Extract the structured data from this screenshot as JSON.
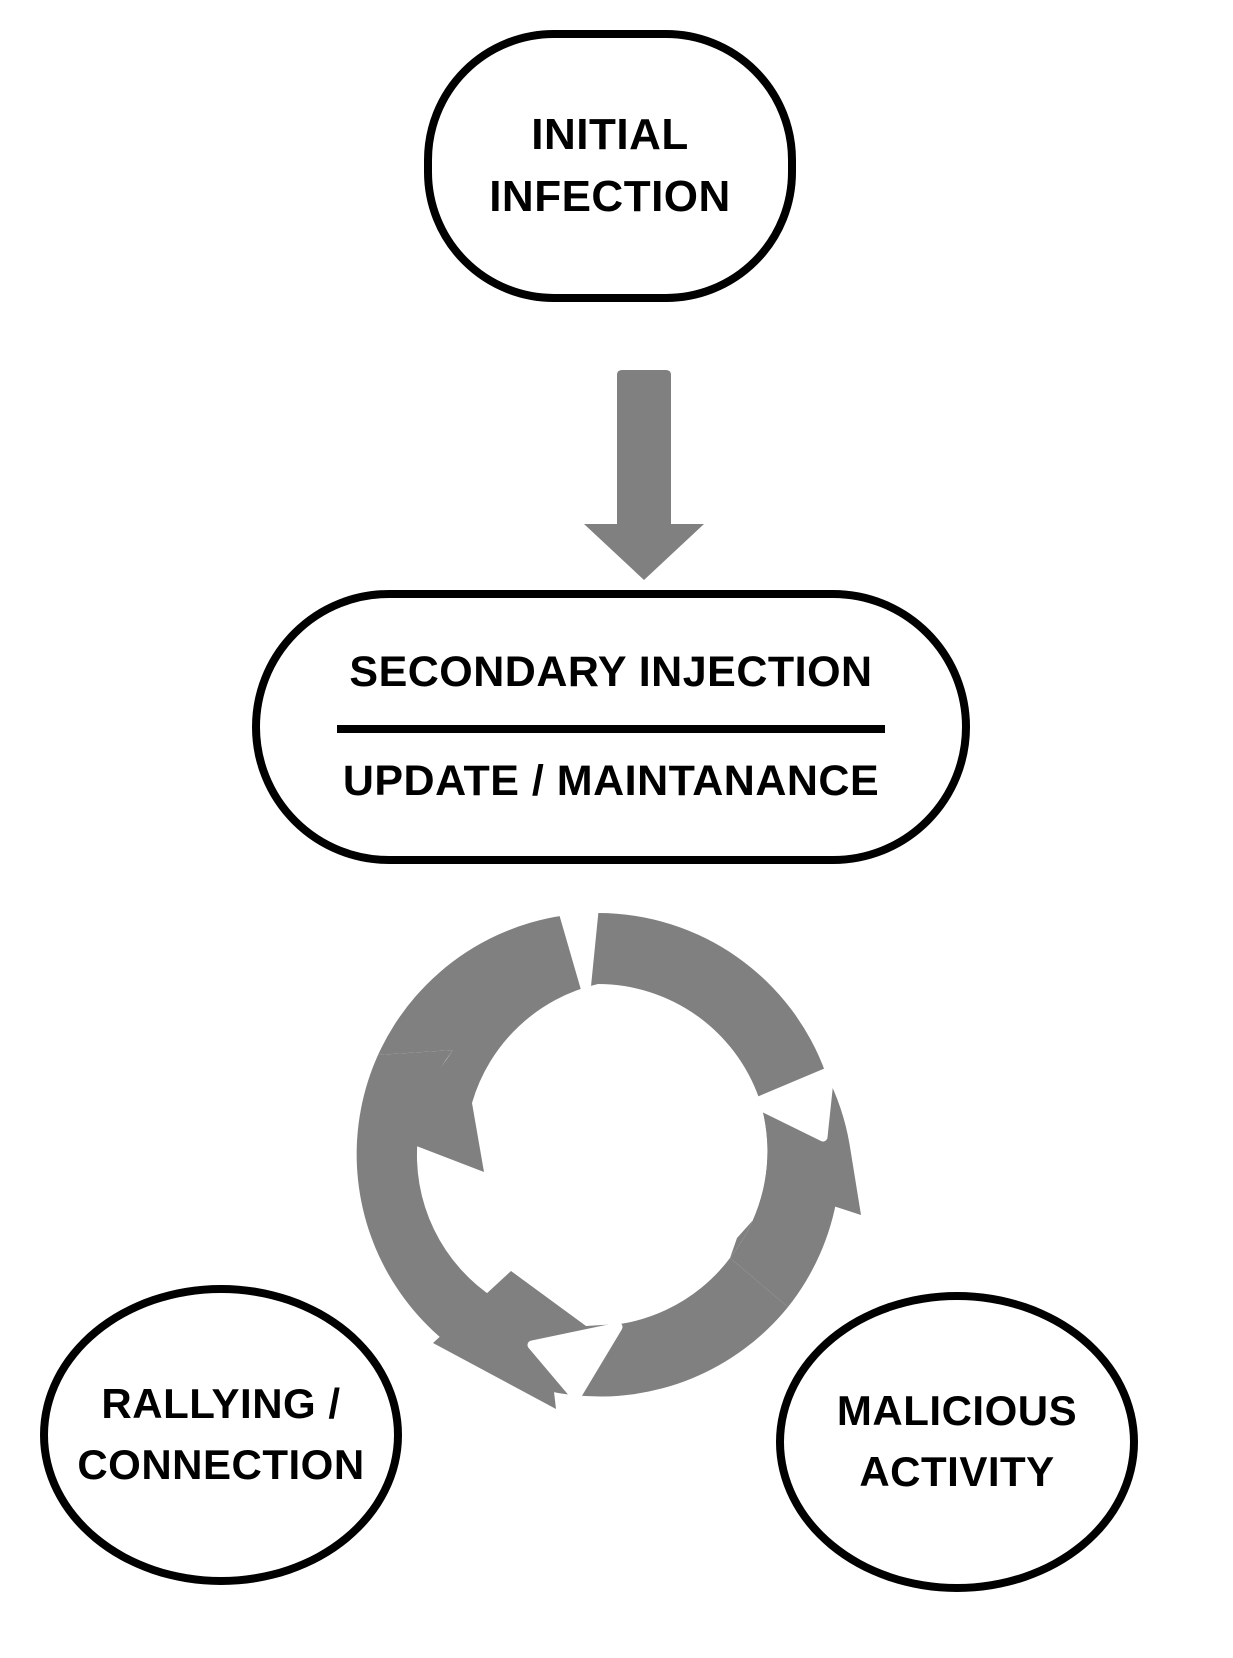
{
  "diagram": {
    "title": "Malware lifecycle cycle diagram",
    "background_color": "#FFFFFF",
    "stroke_color": "#000000",
    "arrow_color": "#808080",
    "nodes": [
      {
        "id": "initial-infection",
        "shape": "stadium",
        "lines": [
          "INITIAL",
          "INFECTION"
        ]
      },
      {
        "id": "secondary-injection",
        "shape": "stadium",
        "lines": [
          "SECONDARY INJECTION",
          "UPDATE / MAINTANANCE"
        ],
        "divider": true
      },
      {
        "id": "rallying-connection",
        "shape": "ellipse",
        "lines": [
          "RALLYING /",
          "CONNECTION"
        ]
      },
      {
        "id": "malicious-activity",
        "shape": "ellipse",
        "lines": [
          "MALICIOUS",
          "ACTIVITY"
        ]
      }
    ],
    "connectors": [
      {
        "id": "initial-to-secondary",
        "type": "block-arrow",
        "direction": "down",
        "color": "#808080",
        "from": "initial-infection",
        "to": "secondary-injection"
      },
      {
        "id": "cycle-ring",
        "type": "circular-arrows",
        "segments": 3,
        "direction": "counterclockwise",
        "color": "#808080",
        "connects": [
          "secondary-injection",
          "rallying-connection",
          "malicious-activity"
        ]
      }
    ]
  },
  "node_initial": {
    "line1": "INITIAL",
    "line2": "INFECTION"
  },
  "node_secondary": {
    "line1": "SECONDARY INJECTION",
    "line2": "UPDATE / MAINTANANCE"
  },
  "node_rallying": {
    "line1": "RALLYING /",
    "line2": "CONNECTION"
  },
  "node_malicious": {
    "line1": "MALICIOUS",
    "line2": "ACTIVITY"
  },
  "icons": {
    "down_arrow": "down-block-arrow-icon",
    "cycle": "circular-arrows-icon"
  }
}
